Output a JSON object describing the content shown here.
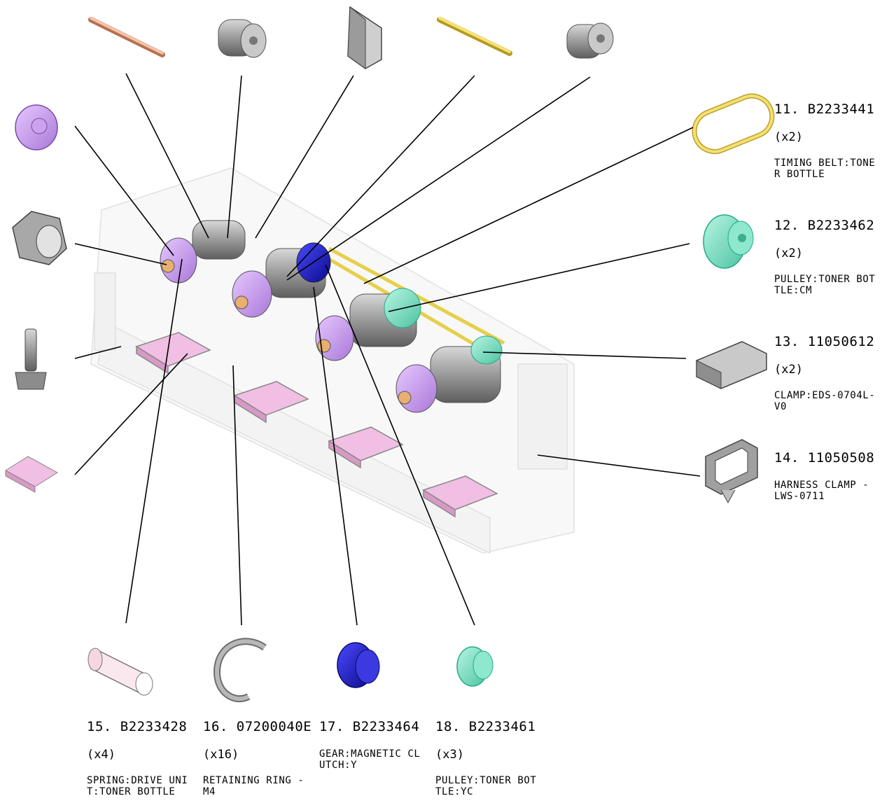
{
  "callouts": [
    {
      "pn": "11. B2233441",
      "qty": "(x2)",
      "desc": "TIMING BELT:TONER BOTTLE"
    },
    {
      "pn": "12. B2233462",
      "qty": "(x2)",
      "desc": "PULLEY:TONER BOTTLE:CM"
    },
    {
      "pn": "13. 11050612",
      "qty": "(x2)",
      "desc": "CLAMP:EDS-0704L-V0"
    },
    {
      "pn": "14. 11050508",
      "qty": "",
      "desc": "HARNESS CLAMP - LWS-0711"
    },
    {
      "pn": "15. B2233428",
      "qty": "(x4)",
      "desc": "SPRING:DRIVE UNIT:TONER BOTTLE"
    },
    {
      "pn": "16. 07200040E",
      "qty": "(x16)",
      "desc": "RETAINING RING - M4"
    },
    {
      "pn": "17. B2233464",
      "qty": "",
      "desc": "GEAR:MAGNETIC CLUTCH:Y"
    },
    {
      "pn": "18. B2233461",
      "qty": "(x3)",
      "desc": "PULLEY:TONER BOTTLE:YC"
    }
  ],
  "colors": {
    "pink_gear": "#c9a0ec",
    "teal_pulley": "#7fe0c4",
    "blue_gear": "#1d1dc8",
    "yellow_belt": "#f2dd6a",
    "copper_shaft": "#e8a888",
    "gray_part": "#9a9a9a"
  }
}
